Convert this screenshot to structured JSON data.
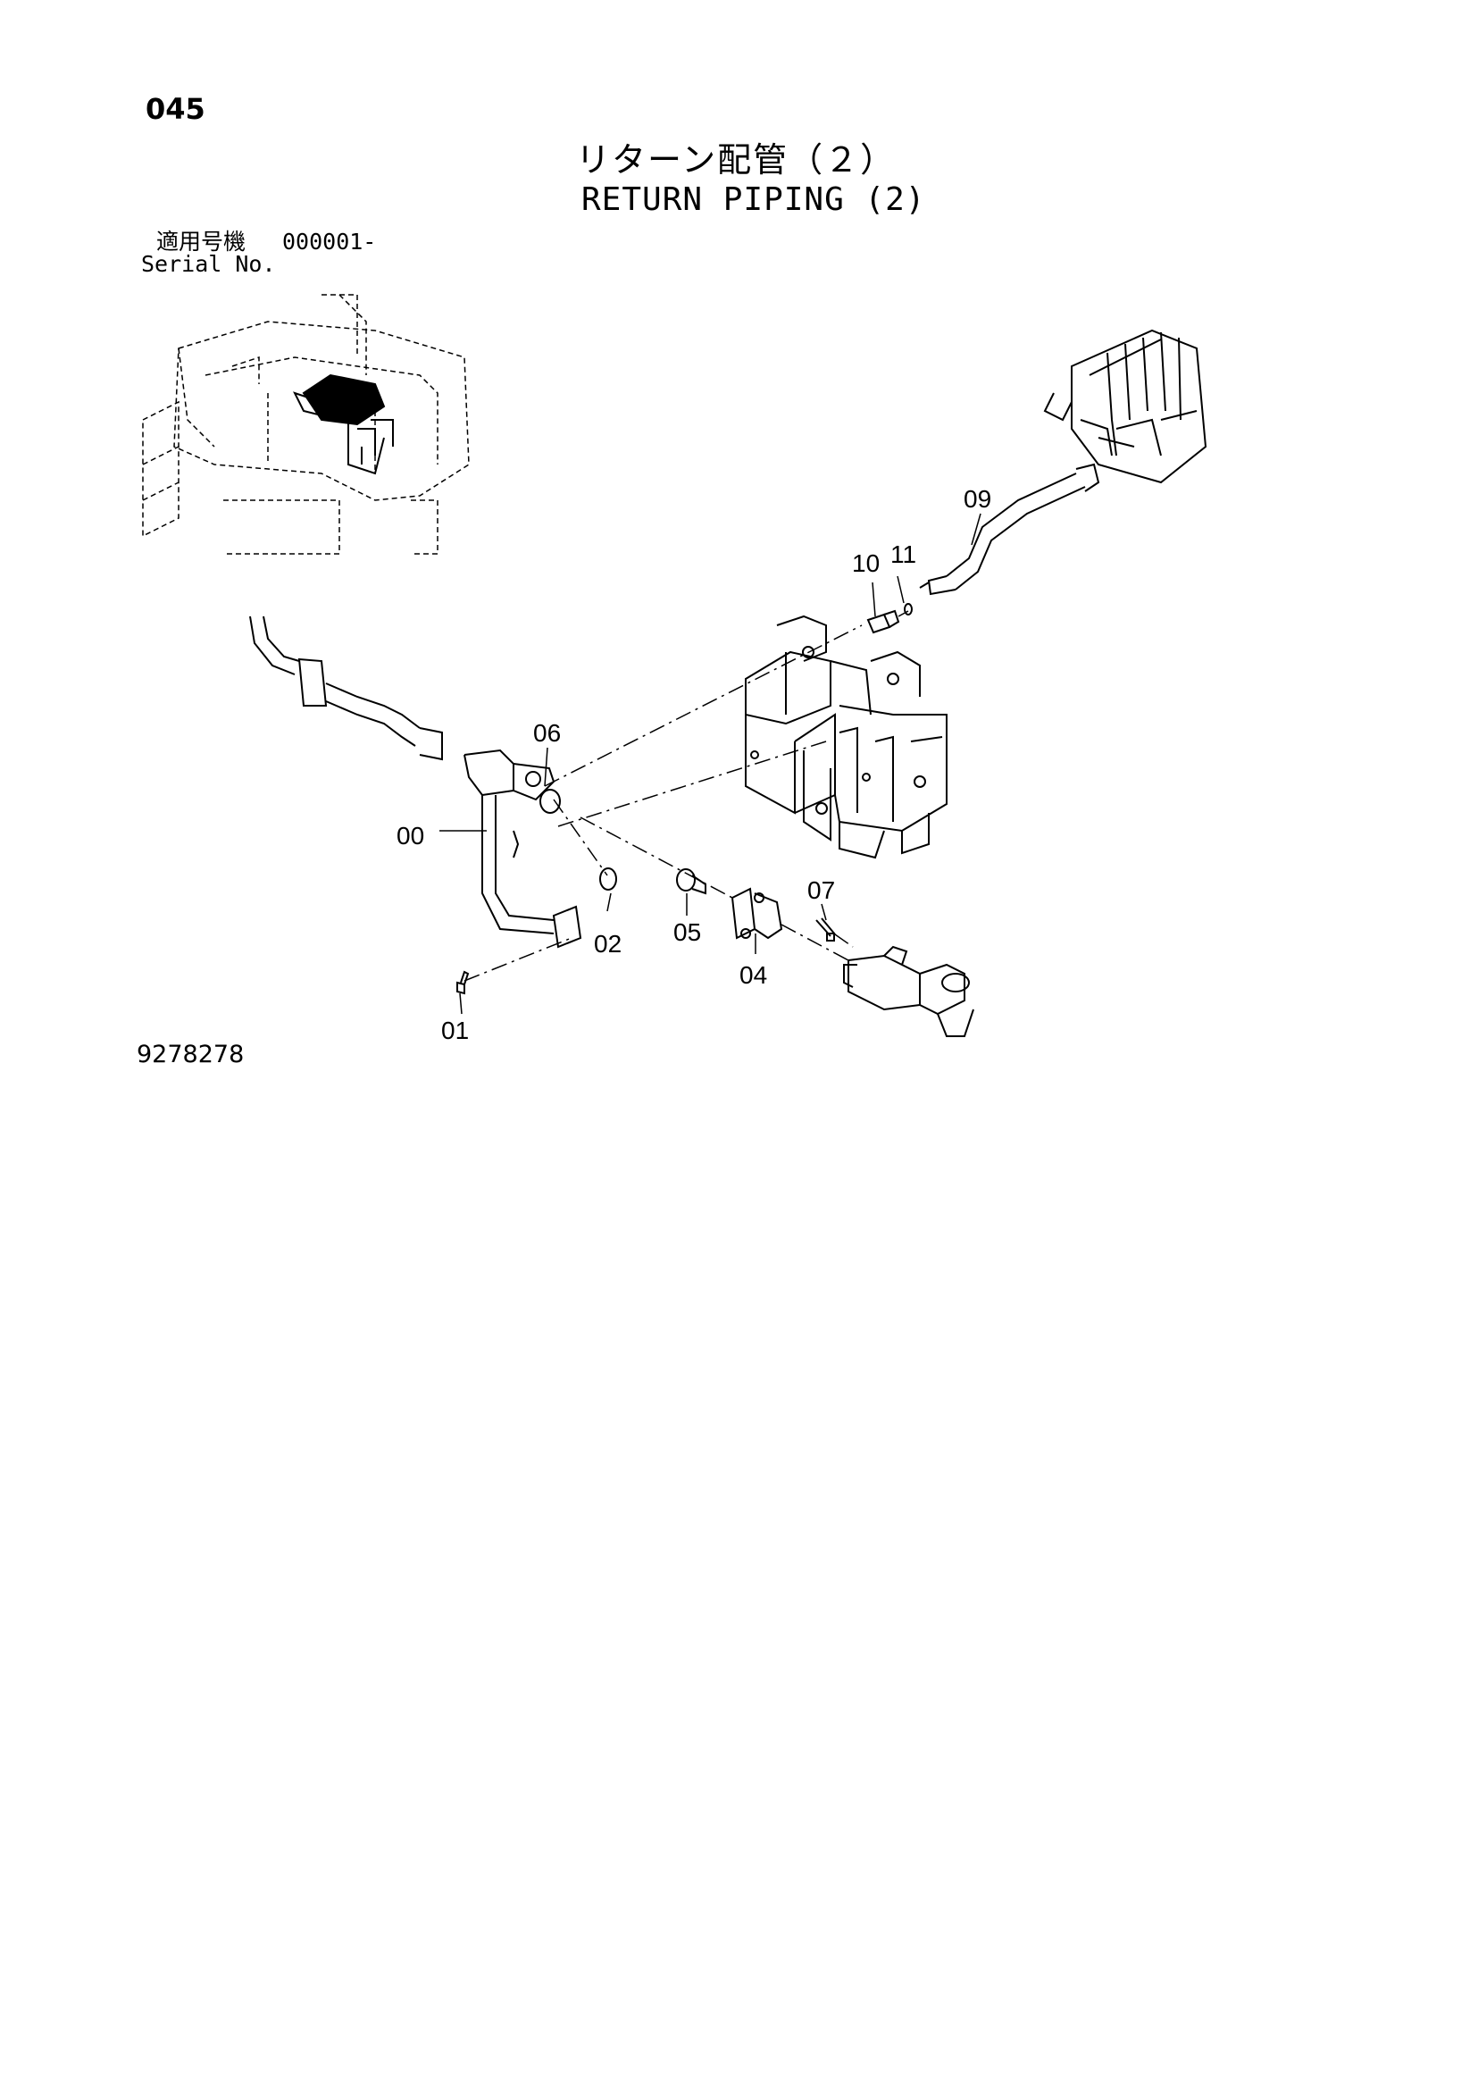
{
  "header": {
    "page_number": "045",
    "title_jp": "リターン配管（２）",
    "title_en": "RETURN PIPING (2)",
    "serial_label_jp": "適用号機",
    "serial_value": "000001-",
    "serial_label_en": "Serial No."
  },
  "callouts": {
    "c00": "00",
    "c01": "01",
    "c02": "02",
    "c04": "04",
    "c05": "05",
    "c06": "06",
    "c07": "07",
    "c09": "09",
    "c10": "10",
    "c11": "11"
  },
  "footer": {
    "drawing_number": "9278278"
  }
}
